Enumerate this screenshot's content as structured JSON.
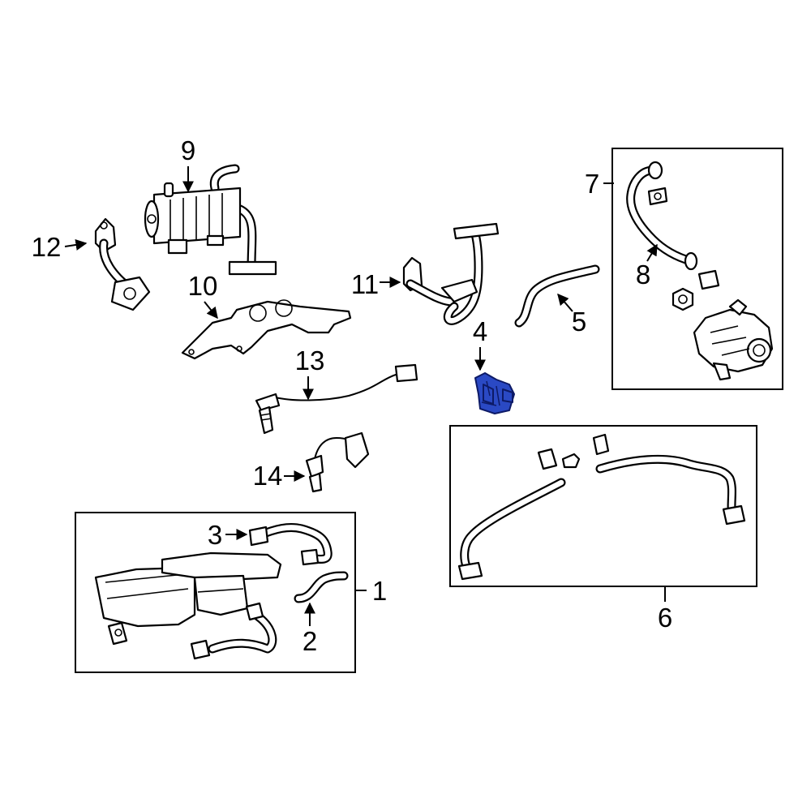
{
  "colors": {
    "highlight": "#2a49c4",
    "line": "#000000",
    "background": "#ffffff"
  },
  "callouts": {
    "c1": "1",
    "c2": "2",
    "c3": "3",
    "c4": "4",
    "c5": "5",
    "c6": "6",
    "c7": "7",
    "c8": "8",
    "c9": "9",
    "c10": "10",
    "c11": "11",
    "c12": "12",
    "c13": "13",
    "c14": "14"
  },
  "highlighted_callout": "4"
}
